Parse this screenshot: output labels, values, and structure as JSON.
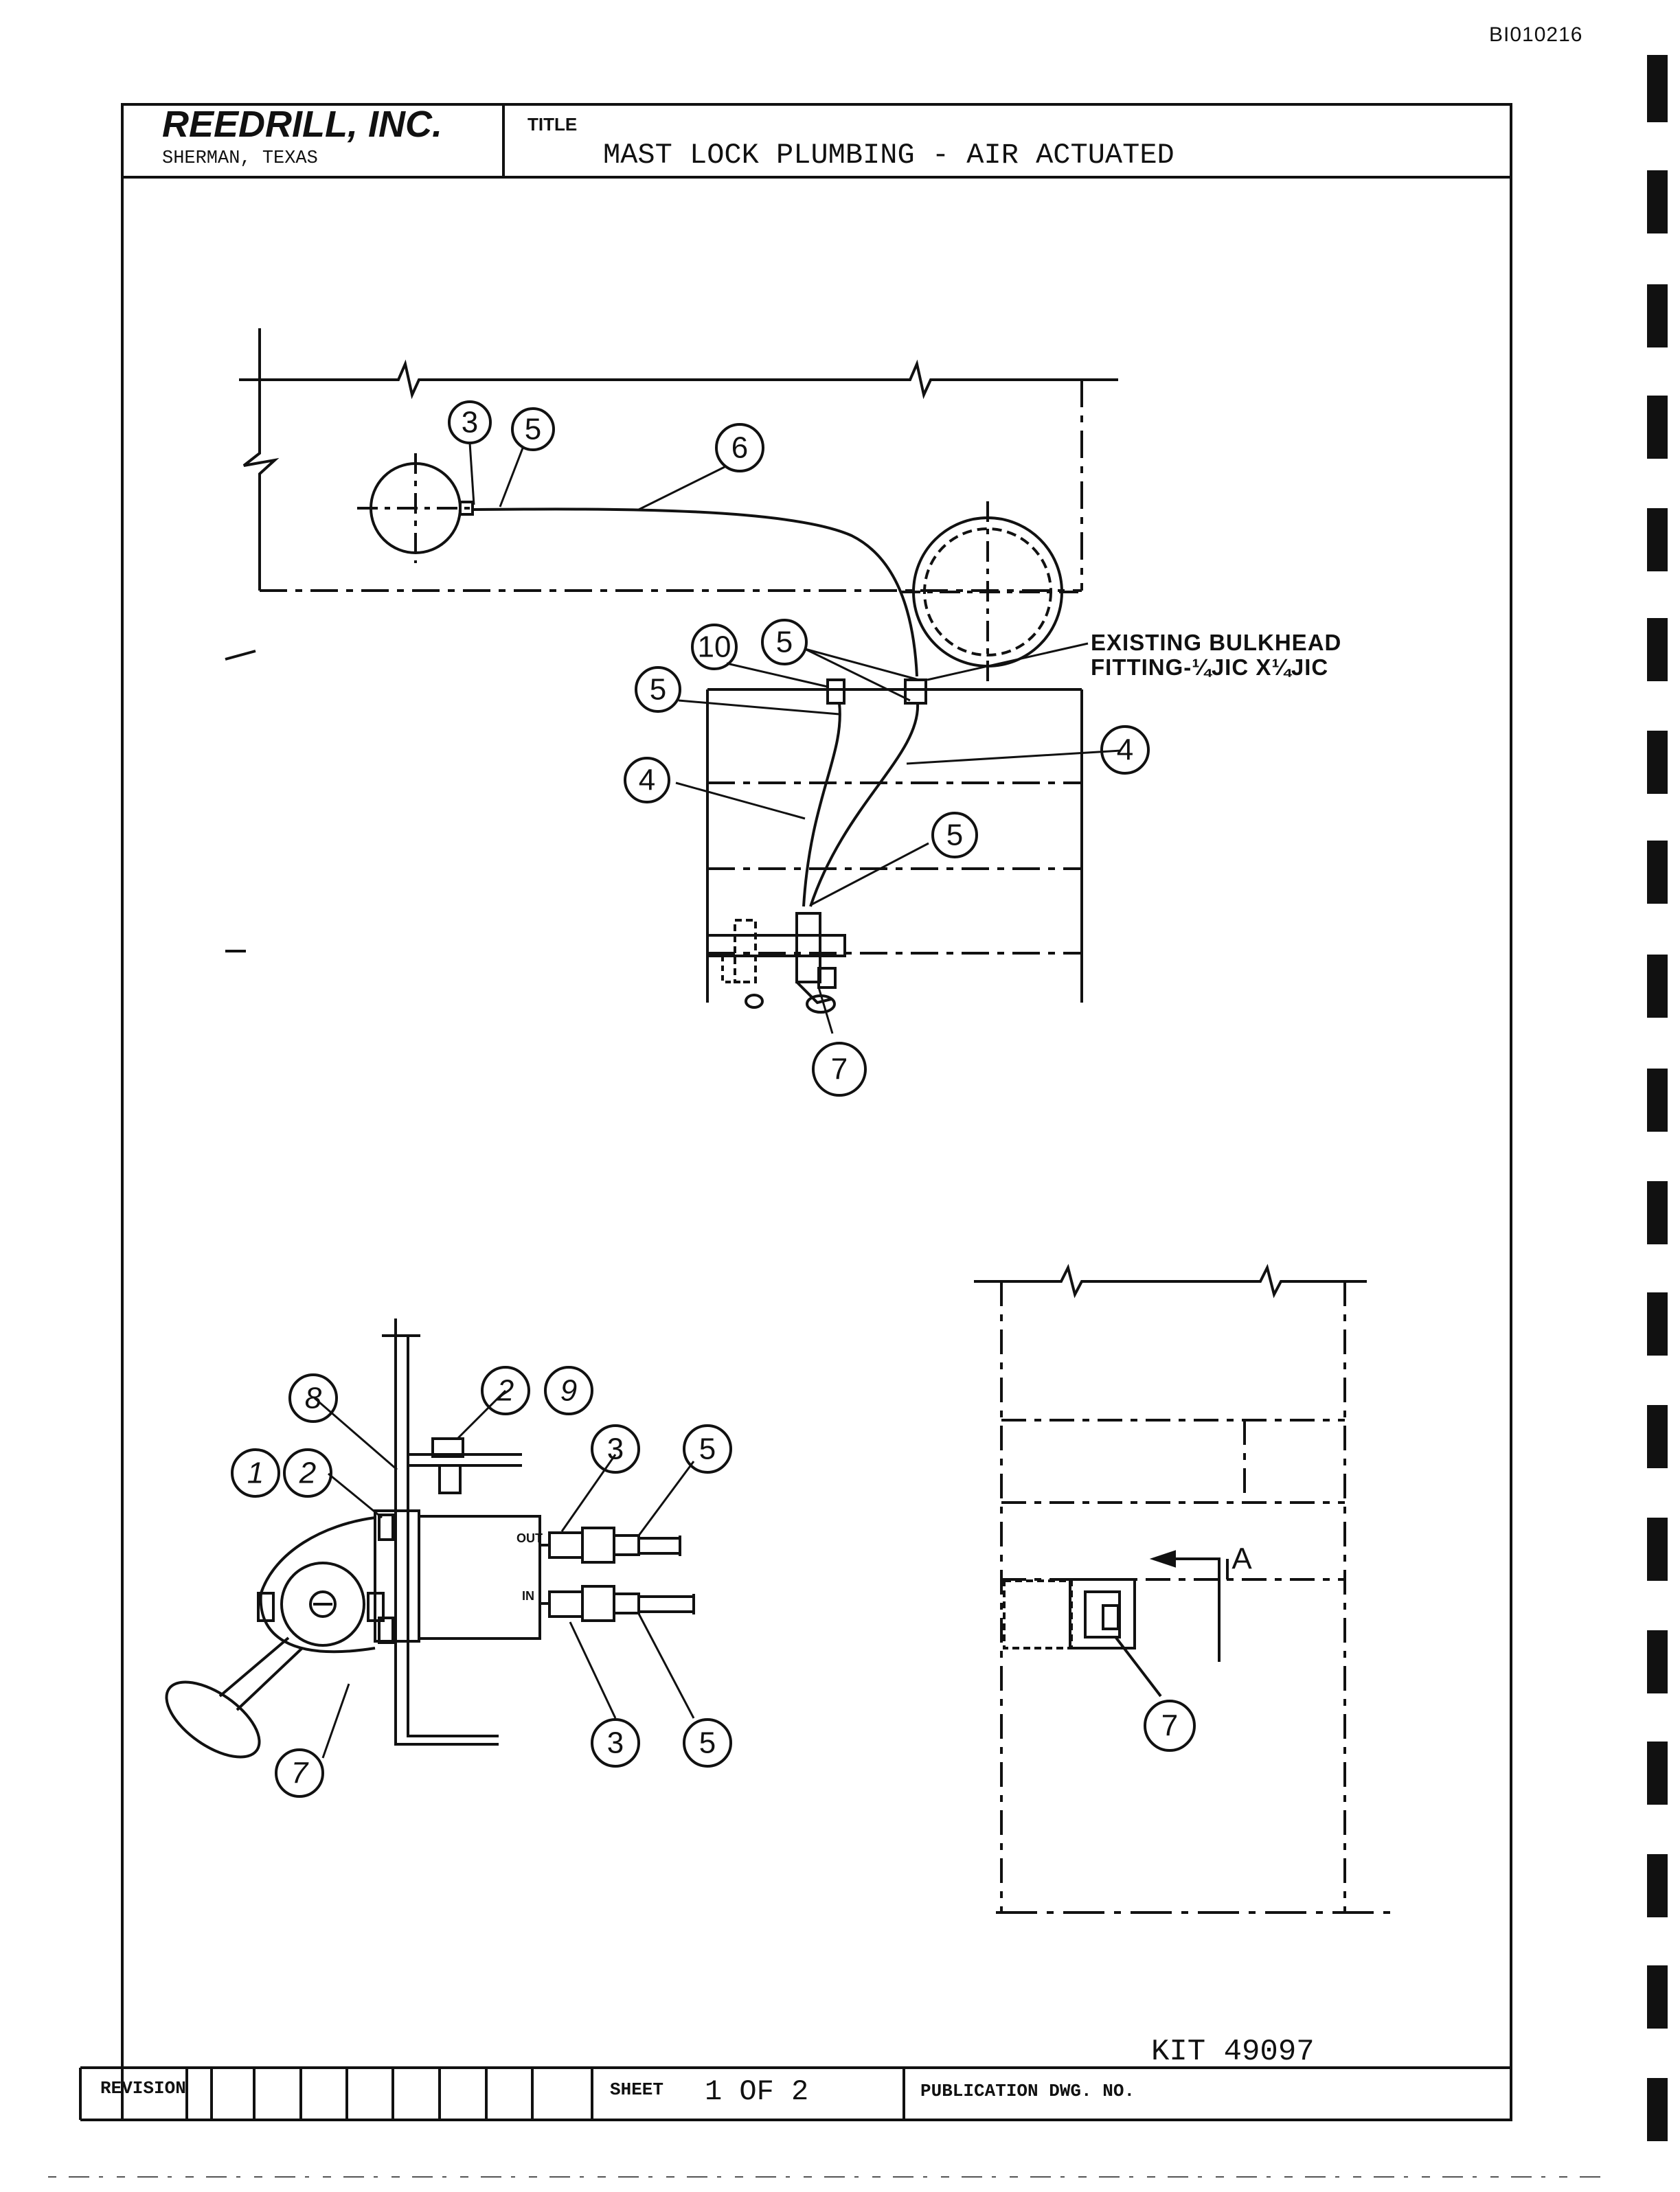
{
  "document_id": "BI010216",
  "title_block": {
    "company": "REEDRILL, INC.",
    "location": "SHERMAN, TEXAS",
    "title_label": "TITLE",
    "title": "MAST LOCK PLUMBING - AIR ACTUATED"
  },
  "notes": {
    "bulkhead_line1": "EXISTING BULKHEAD",
    "bulkhead_line2": "FITTING-¼JIC X¼JIC"
  },
  "view_marker": "A",
  "port_labels": {
    "out": "OUT",
    "in": "IN"
  },
  "callouts": {
    "top_view": [
      "3",
      "5",
      "6",
      "10",
      "5",
      "5",
      "4",
      "4",
      "5",
      "7"
    ],
    "detail_view": [
      "8",
      "2",
      "9",
      "1",
      "2",
      "3",
      "5",
      "3",
      "5",
      "7"
    ],
    "side_view": [
      "7"
    ]
  },
  "footer": {
    "kit": "KIT 49097",
    "revision_label": "REVISION",
    "sheet_label": "SHEET",
    "sheet_value": "1 OF 2",
    "publication_label": "PUBLICATION DWG. NO."
  },
  "colors": {
    "ink": "#111111",
    "paper": "#ffffff"
  }
}
